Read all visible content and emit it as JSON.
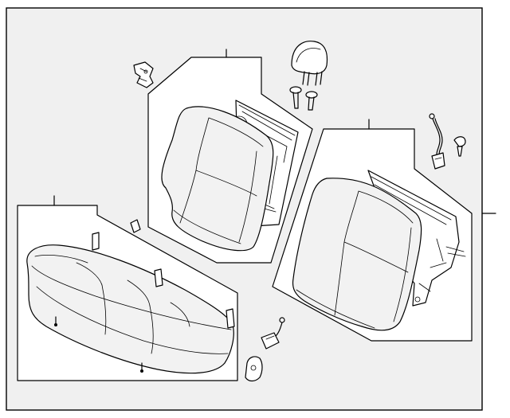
{
  "diagram": {
    "background": "#ffffff",
    "frame_background": "#f0f0f0",
    "line_color": "#000000",
    "parts": [
      {
        "id": "headrest",
        "icon": "headrest-icon"
      },
      {
        "id": "headrest-guide-left",
        "icon": "headrest-guide-icon"
      },
      {
        "id": "headrest-guide-right",
        "icon": "headrest-guide-icon"
      },
      {
        "id": "latch-bracket",
        "icon": "bracket-icon"
      },
      {
        "id": "seatback-left",
        "icon": "seatback-icon"
      },
      {
        "id": "seatback-right",
        "icon": "seatback-icon"
      },
      {
        "id": "belt-buckle-wire",
        "icon": "wire-harness-icon"
      },
      {
        "id": "push-pin-clip",
        "icon": "clip-icon"
      },
      {
        "id": "small-clip",
        "icon": "clip-icon"
      },
      {
        "id": "seat-cushion",
        "icon": "seat-cushion-icon"
      },
      {
        "id": "buckle-assembly",
        "icon": "buckle-icon"
      },
      {
        "id": "hinge-cover",
        "icon": "hinge-cover-icon"
      }
    ]
  }
}
